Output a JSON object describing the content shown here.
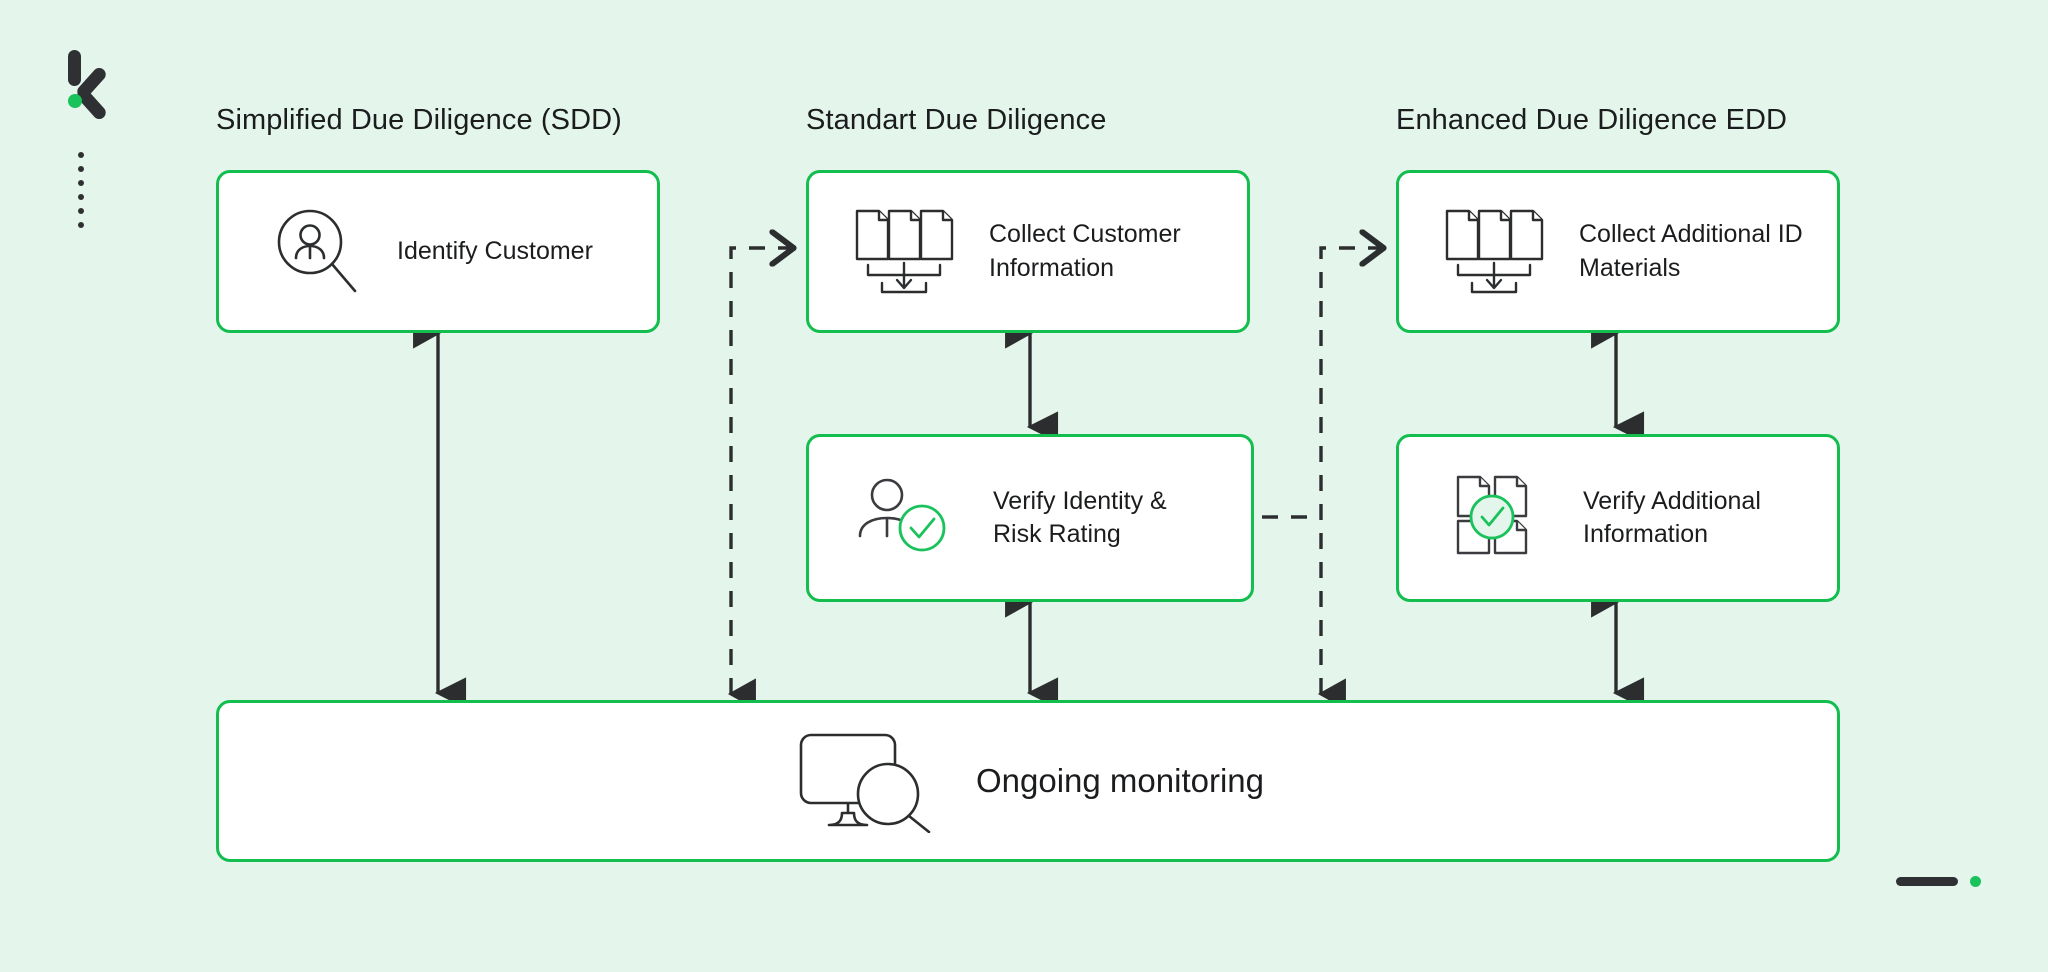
{
  "brand": {
    "logo_name": "k-logo",
    "accent_color": "#19c25a",
    "dark_color": "#2f3033",
    "background_color": "#e4f6ec",
    "card_border_color": "#13bd4e"
  },
  "columns": [
    {
      "id": "sdd",
      "title": "Simplified Due Diligence (SDD)"
    },
    {
      "id": "sdd-standard",
      "title": "Standart Due Diligence"
    },
    {
      "id": "edd",
      "title": "Enhanced Due Diligence EDD"
    }
  ],
  "cards": {
    "sdd_identify": {
      "label": "Identify Customer",
      "icon": "person-magnifier-icon"
    },
    "std_collect": {
      "label": "Collect Customer Information",
      "icon": "documents-collect-icon"
    },
    "edd_collect": {
      "label": "Collect Additional ID Materials",
      "icon": "documents-collect-icon"
    },
    "std_verify": {
      "label": "Verify Identity & Risk Rating",
      "icon": "person-check-icon"
    },
    "edd_verify": {
      "label": "Verify Additional Information",
      "icon": "documents-check-icon"
    },
    "monitoring": {
      "label": "Ongoing monitoring",
      "icon": "monitor-magnifier-icon"
    }
  },
  "connectors": [
    {
      "name": "sdd-identify-to-monitoring",
      "style": "solid",
      "direction": "down"
    },
    {
      "name": "std-collect-to-std-verify",
      "style": "solid",
      "direction": "down"
    },
    {
      "name": "std-verify-to-monitoring",
      "style": "solid",
      "direction": "down"
    },
    {
      "name": "edd-collect-to-edd-verify",
      "style": "solid",
      "direction": "down"
    },
    {
      "name": "edd-verify-to-monitoring",
      "style": "solid",
      "direction": "down"
    },
    {
      "name": "sdd-branch-to-std-collect",
      "style": "dashed",
      "direction": "up-right"
    },
    {
      "name": "std-branch-to-edd-collect",
      "style": "dashed",
      "direction": "up-right"
    },
    {
      "name": "std-verify-to-edd-verify",
      "style": "dashed",
      "direction": "right"
    }
  ]
}
